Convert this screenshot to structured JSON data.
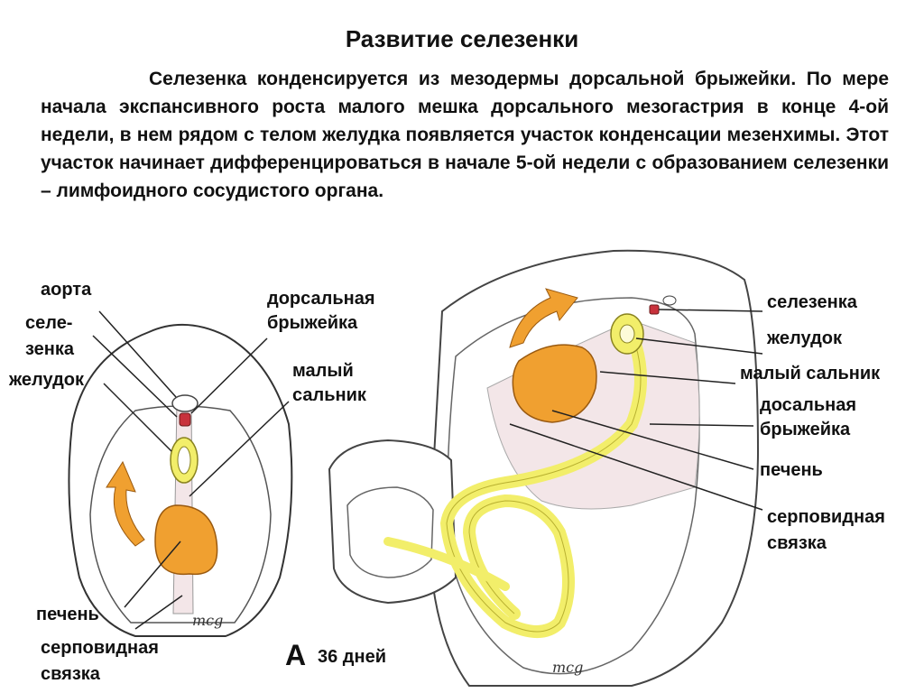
{
  "title": "Развитие селезенки",
  "paragraph": "Селезенка конденсируется из мезодермы дорсальной брыжейки. По мере начала экспансивного роста малого мешка дорсального мезогастрия в конце 4-ой недели, в нем рядом с телом желудка появляется участок конденсации мезенхимы. Этот участок начинает дифференцироваться в начале 5-ой недели с образованием селезенки – лимфоидного сосудистого органа.",
  "left_figure": {
    "labels": {
      "aorta": "аорта",
      "spleen_line1": "селе-",
      "spleen_line2": "зенка",
      "stomach": "желудок",
      "dorsal_mesentery_line1": "дорсальная",
      "dorsal_mesentery_line2": "брыжейка",
      "lesser_omentum_line1": "малый",
      "lesser_omentum_line2": "сальник",
      "liver": "печень",
      "falciform_line1": "серповидная",
      "falciform_line2": "связка"
    },
    "signature": "mcg"
  },
  "figure_letter": "A",
  "figure_caption": "36 дней",
  "right_figure": {
    "labels": {
      "spleen": "селезенка",
      "stomach": "желудок",
      "lesser_omentum": "малый сальник",
      "dorsal_mesentery_line1": "досальная",
      "dorsal_mesentery_line2": "брыжейка",
      "liver": "печень",
      "falciform_line1": "серповидная",
      "falciform_line2": "связка"
    },
    "signature": "mcg"
  },
  "colors": {
    "liver_orange": "#F0A030",
    "stomach_yellow": "#F2EE6A",
    "spleen_red": "#C8323C",
    "mesentery_pink": "#F3E6E8",
    "arrow_orange": "#F0A030"
  }
}
